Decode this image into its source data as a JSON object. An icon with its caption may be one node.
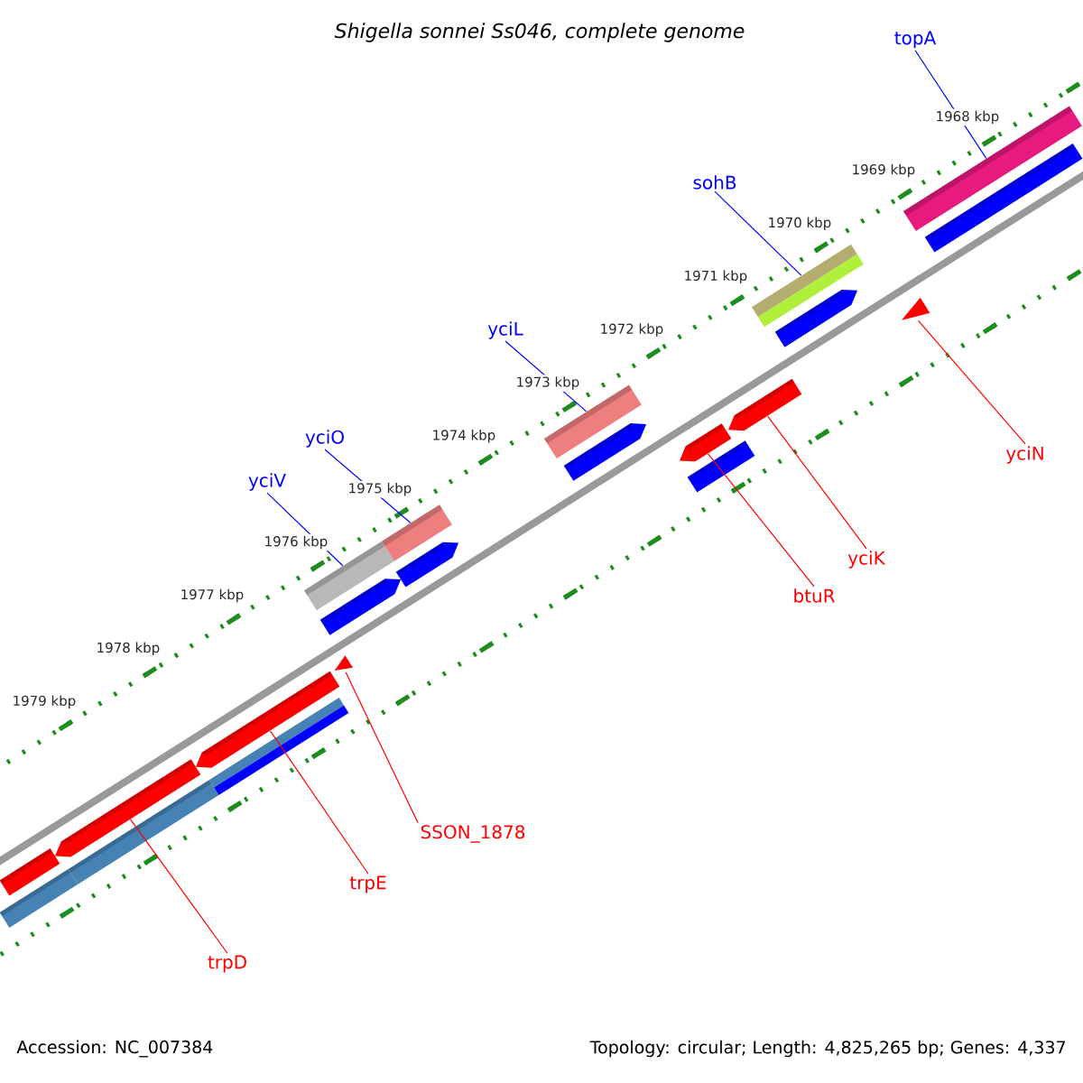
{
  "diagram": {
    "title": "Shigella sonnei Ss046, complete genome",
    "nodes": [
      {
        "text": [
          "topA"
        ]
      },
      {
        "text": [],
        "shape": "bar"
      },
      {
        "text": [
          "sohB"
        ]
      },
      {
        "text": [],
        "shape": "bar"
      },
      {
        "text": [
          "yciL"
        ]
      },
      {
        "text": [],
        "shape": "bar"
      },
      {
        "text": [
          "yciO"
        ]
      },
      {
        "text": [],
        "shape": "bar"
      },
      {
        "text": [
          "yciV"
        ]
      },
      {
        "text": [],
        "shape": "bar"
      },
      {
        "text": [
          "yciN"
        ]
      },
      {
        "text": [],
        "shape": "arrow"
      },
      {
        "text": [
          "yciK"
        ]
      },
      {
        "text": [],
        "shape": "arrow"
      },
      {
        "text": [
          "btuR"
        ]
      },
      {
        "text": [],
        "shape": "arrow"
      },
      {
        "text": [
          "SSON_1878"
        ]
      },
      {
        "text": [],
        "shape": "arrow"
      },
      {
        "text": [
          "trpE"
        ]
      },
      {
        "text": [],
        "shape": "arrow"
      },
      {
        "text": [
          "trpD"
        ]
      },
      {
        "text": [],
        "shape": "arrow"
      },
      {
        "text": [],
        "shape": "bar"
      },
      {
        "text": [],
        "shape": "bar"
      },
      {
        "text": [],
        "shape": "bar"
      },
      {
        "text": [],
        "shape": "bar"
      },
      {
        "text": [],
        "shape": "arrow"
      },
      {
        "text": [],
        "shape": "arrow"
      },
      {
        "text": [],
        "shape": "arrow"
      },
      {
        "text": [],
        "shape": "bar"
      },
      {
        "text": [],
        "shape": "arrow"
      },
      {
        "text": [],
        "shape": "bar"
      }
    ],
    "edges": [
      {
        "from": 0,
        "to": 1,
        "arrow": "none",
        "color": "#0000ff"
      },
      {
        "from": 2,
        "to": 3,
        "arrow": "none",
        "color": "#0000ff"
      },
      {
        "from": 4,
        "to": 5,
        "arrow": "none",
        "color": "#0000ff"
      },
      {
        "from": 6,
        "to": 7,
        "arrow": "none",
        "color": "#0000ff"
      },
      {
        "from": 8,
        "to": 9,
        "arrow": "none",
        "color": "#0000ff"
      },
      {
        "from": 10,
        "to": 11,
        "arrow": "none"
      },
      {
        "from": 12,
        "to": 13,
        "arrow": "none"
      },
      {
        "from": 14,
        "to": 15,
        "arrow": "none"
      },
      {
        "from": 16,
        "to": 17,
        "arrow": "none"
      },
      {
        "from": 18,
        "to": 19,
        "arrow": "none"
      },
      {
        "from": 20,
        "to": 21,
        "arrow": "none"
      }
    ],
    "labels": [
      "1968 kbp",
      "1969 kbp",
      "1970 kbp",
      "1971 kbp",
      "1972 kbp",
      "1973 kbp",
      "1974 kbp",
      "1975 kbp",
      "1976 kbp",
      "1977 kbp",
      "1978 kbp",
      "1979 kbp",
      "Accession: NC_007384",
      "Topology: circular; Length: 4,825,265 bp; Genes: 4,337"
    ]
  }
}
